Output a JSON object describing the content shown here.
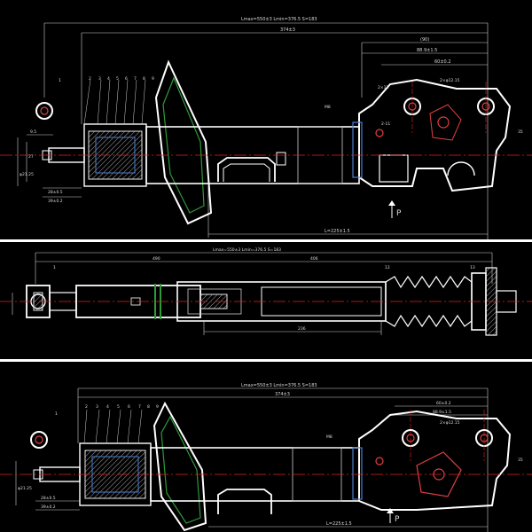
{
  "colors": {
    "background": "#000000",
    "separator": "#ffffff",
    "outline": "#ffffff",
    "dimension": "#d0d0d0",
    "centerline": "#e02020",
    "hatch": "#e8e8e8",
    "accent_blue": "#4a7fd0",
    "accent_green": "#2f9a3a"
  },
  "views": {
    "top": {
      "length_label": "Lmax=550±3  Lmin=376.5  S=183",
      "length_sub": "374±3",
      "dim_90": "(90)",
      "dim_88": "88.9±1.5",
      "dim_60": "60±0.2",
      "dim_12": "2×12",
      "dim_phi": "2×φ12.15",
      "dim_phi21": "φ21.25",
      "dim_11": "2-11",
      "dim_m8": "M8",
      "dim_35": "35",
      "dim_27": "27",
      "dim_28": "28±0.5",
      "dim_39": "39±0.2",
      "dim_95": "9.5",
      "dim_bottom": "L=225±1.5",
      "arrow_label": "P",
      "part_numbers": [
        "1",
        "2",
        "3",
        "4",
        "5",
        "6",
        "7",
        "8",
        "9"
      ]
    },
    "middle": {
      "length_label": "Lmax=550±3  Lmin=376.5  S=183",
      "dim_a": "490",
      "dim_b": "236",
      "dim_c": "406",
      "part_left": "1",
      "part_mid": "12",
      "part_right": "13"
    },
    "bottom": {
      "length_label": "Lmax=550±3  Lmin=376.5  S=183",
      "length_sub": "374±3",
      "dim_60": "60±0.2",
      "dim_88": "88.9±1.5",
      "dim_phi": "2×φ12.15",
      "dim_phi21": "φ21.25",
      "dim_m8": "M8",
      "dim_35": "35",
      "dim_28": "28±0.5",
      "dim_39": "39±0.2",
      "dim_bottom": "L=225±1.5",
      "arrow_label": "P",
      "part_numbers": [
        "1",
        "2",
        "3",
        "4",
        "5",
        "6",
        "7",
        "8",
        "9"
      ]
    }
  }
}
